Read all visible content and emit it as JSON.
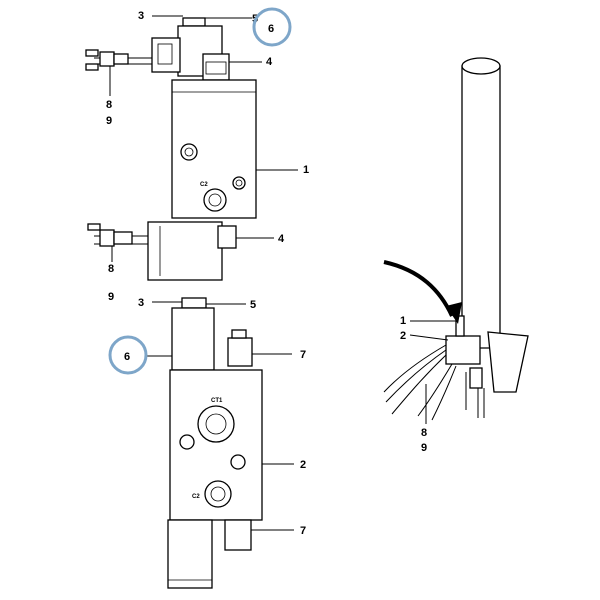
{
  "callouts": {
    "top_assembly": {
      "item_3": "3",
      "item_5": "5",
      "item_6": "6",
      "item_4_upper": "4",
      "item_8": "8",
      "item_9": "9",
      "item_1": "1",
      "port_c2": "C2",
      "item_4_lower": "4",
      "item_8_lower": "8",
      "item_9_lower": "9"
    },
    "bottom_assembly": {
      "item_3": "3",
      "item_5": "5",
      "item_6": "6",
      "item_7_upper": "7",
      "port_ct1": "CT1",
      "item_2": "2",
      "port_c2": "C2",
      "item_7_lower": "7"
    },
    "column_view": {
      "item_1": "1",
      "item_2": "2",
      "item_8": "8",
      "item_9": "9"
    }
  },
  "highlight_color": "#7ea6c9"
}
